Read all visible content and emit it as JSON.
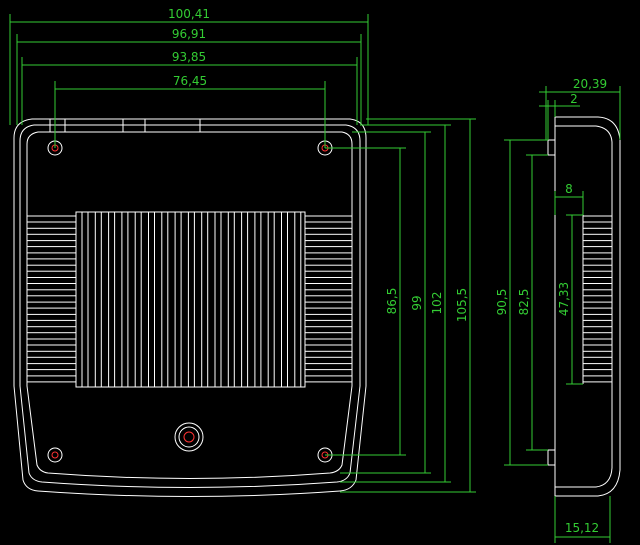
{
  "colors": {
    "background": "#000000",
    "outline": "#ffffff",
    "dimension": "#33cc33",
    "hole": "#ff3333"
  },
  "front_view": {
    "horizontal_dims": [
      "100,41",
      "96,91",
      "93,85",
      "76,45"
    ],
    "vertical_dims": [
      "86,5",
      "99",
      "102",
      "105,5"
    ]
  },
  "side_view": {
    "horizontal_dims": [
      "20,39",
      "2",
      "8",
      "15,12"
    ],
    "vertical_dims": [
      "90,5",
      "82,5",
      "47,33"
    ]
  }
}
